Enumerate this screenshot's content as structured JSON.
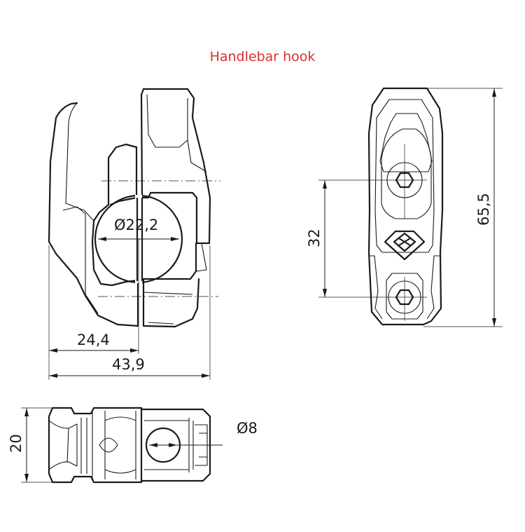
{
  "title": "Handlebar hook",
  "accent_color": "#d82f2f",
  "dimensions": {
    "clamp_diameter": "Ø22,2",
    "hook_width": "24,4",
    "overall_width": "43,9",
    "hole_spacing": "32",
    "overall_height": "65,5",
    "thickness": "20",
    "bolt_diameter": "Ø8"
  }
}
